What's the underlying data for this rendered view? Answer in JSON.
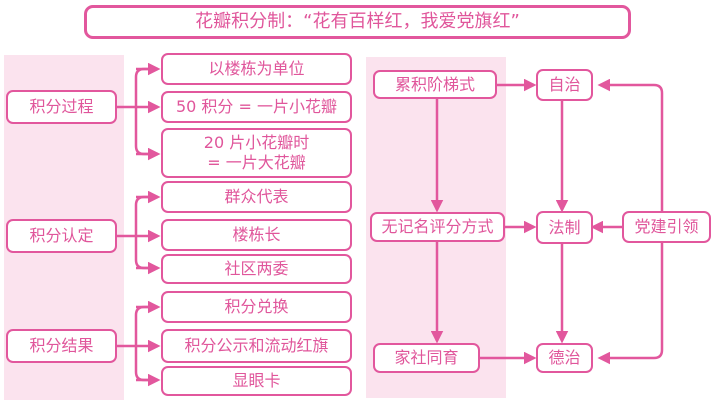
{
  "title": "花瓣积分制：“花有百样红，我爱党旗红”",
  "left": {
    "groups": [
      {
        "label": "积分过程",
        "items": [
          "以楼栋为单位",
          "50 积分 = 一片小花瓣",
          "20 片小花瓣时",
          "= 一片大花瓣"
        ]
      },
      {
        "label": "积分认定",
        "items": [
          "群众代表",
          "楼栋长",
          "社区两委"
        ]
      },
      {
        "label": "积分结果",
        "items": [
          "积分兑换",
          "积分公示和流动红旗",
          "显眼卡"
        ]
      }
    ]
  },
  "right": {
    "col1": [
      "累积阶梯式",
      "无记名评分方式",
      "家社同育"
    ],
    "col2": [
      "自治",
      "法制",
      "德治"
    ],
    "guide": "党建引领"
  },
  "colors": {
    "accent": "#e2579d",
    "panel": "#fbe3ee"
  }
}
